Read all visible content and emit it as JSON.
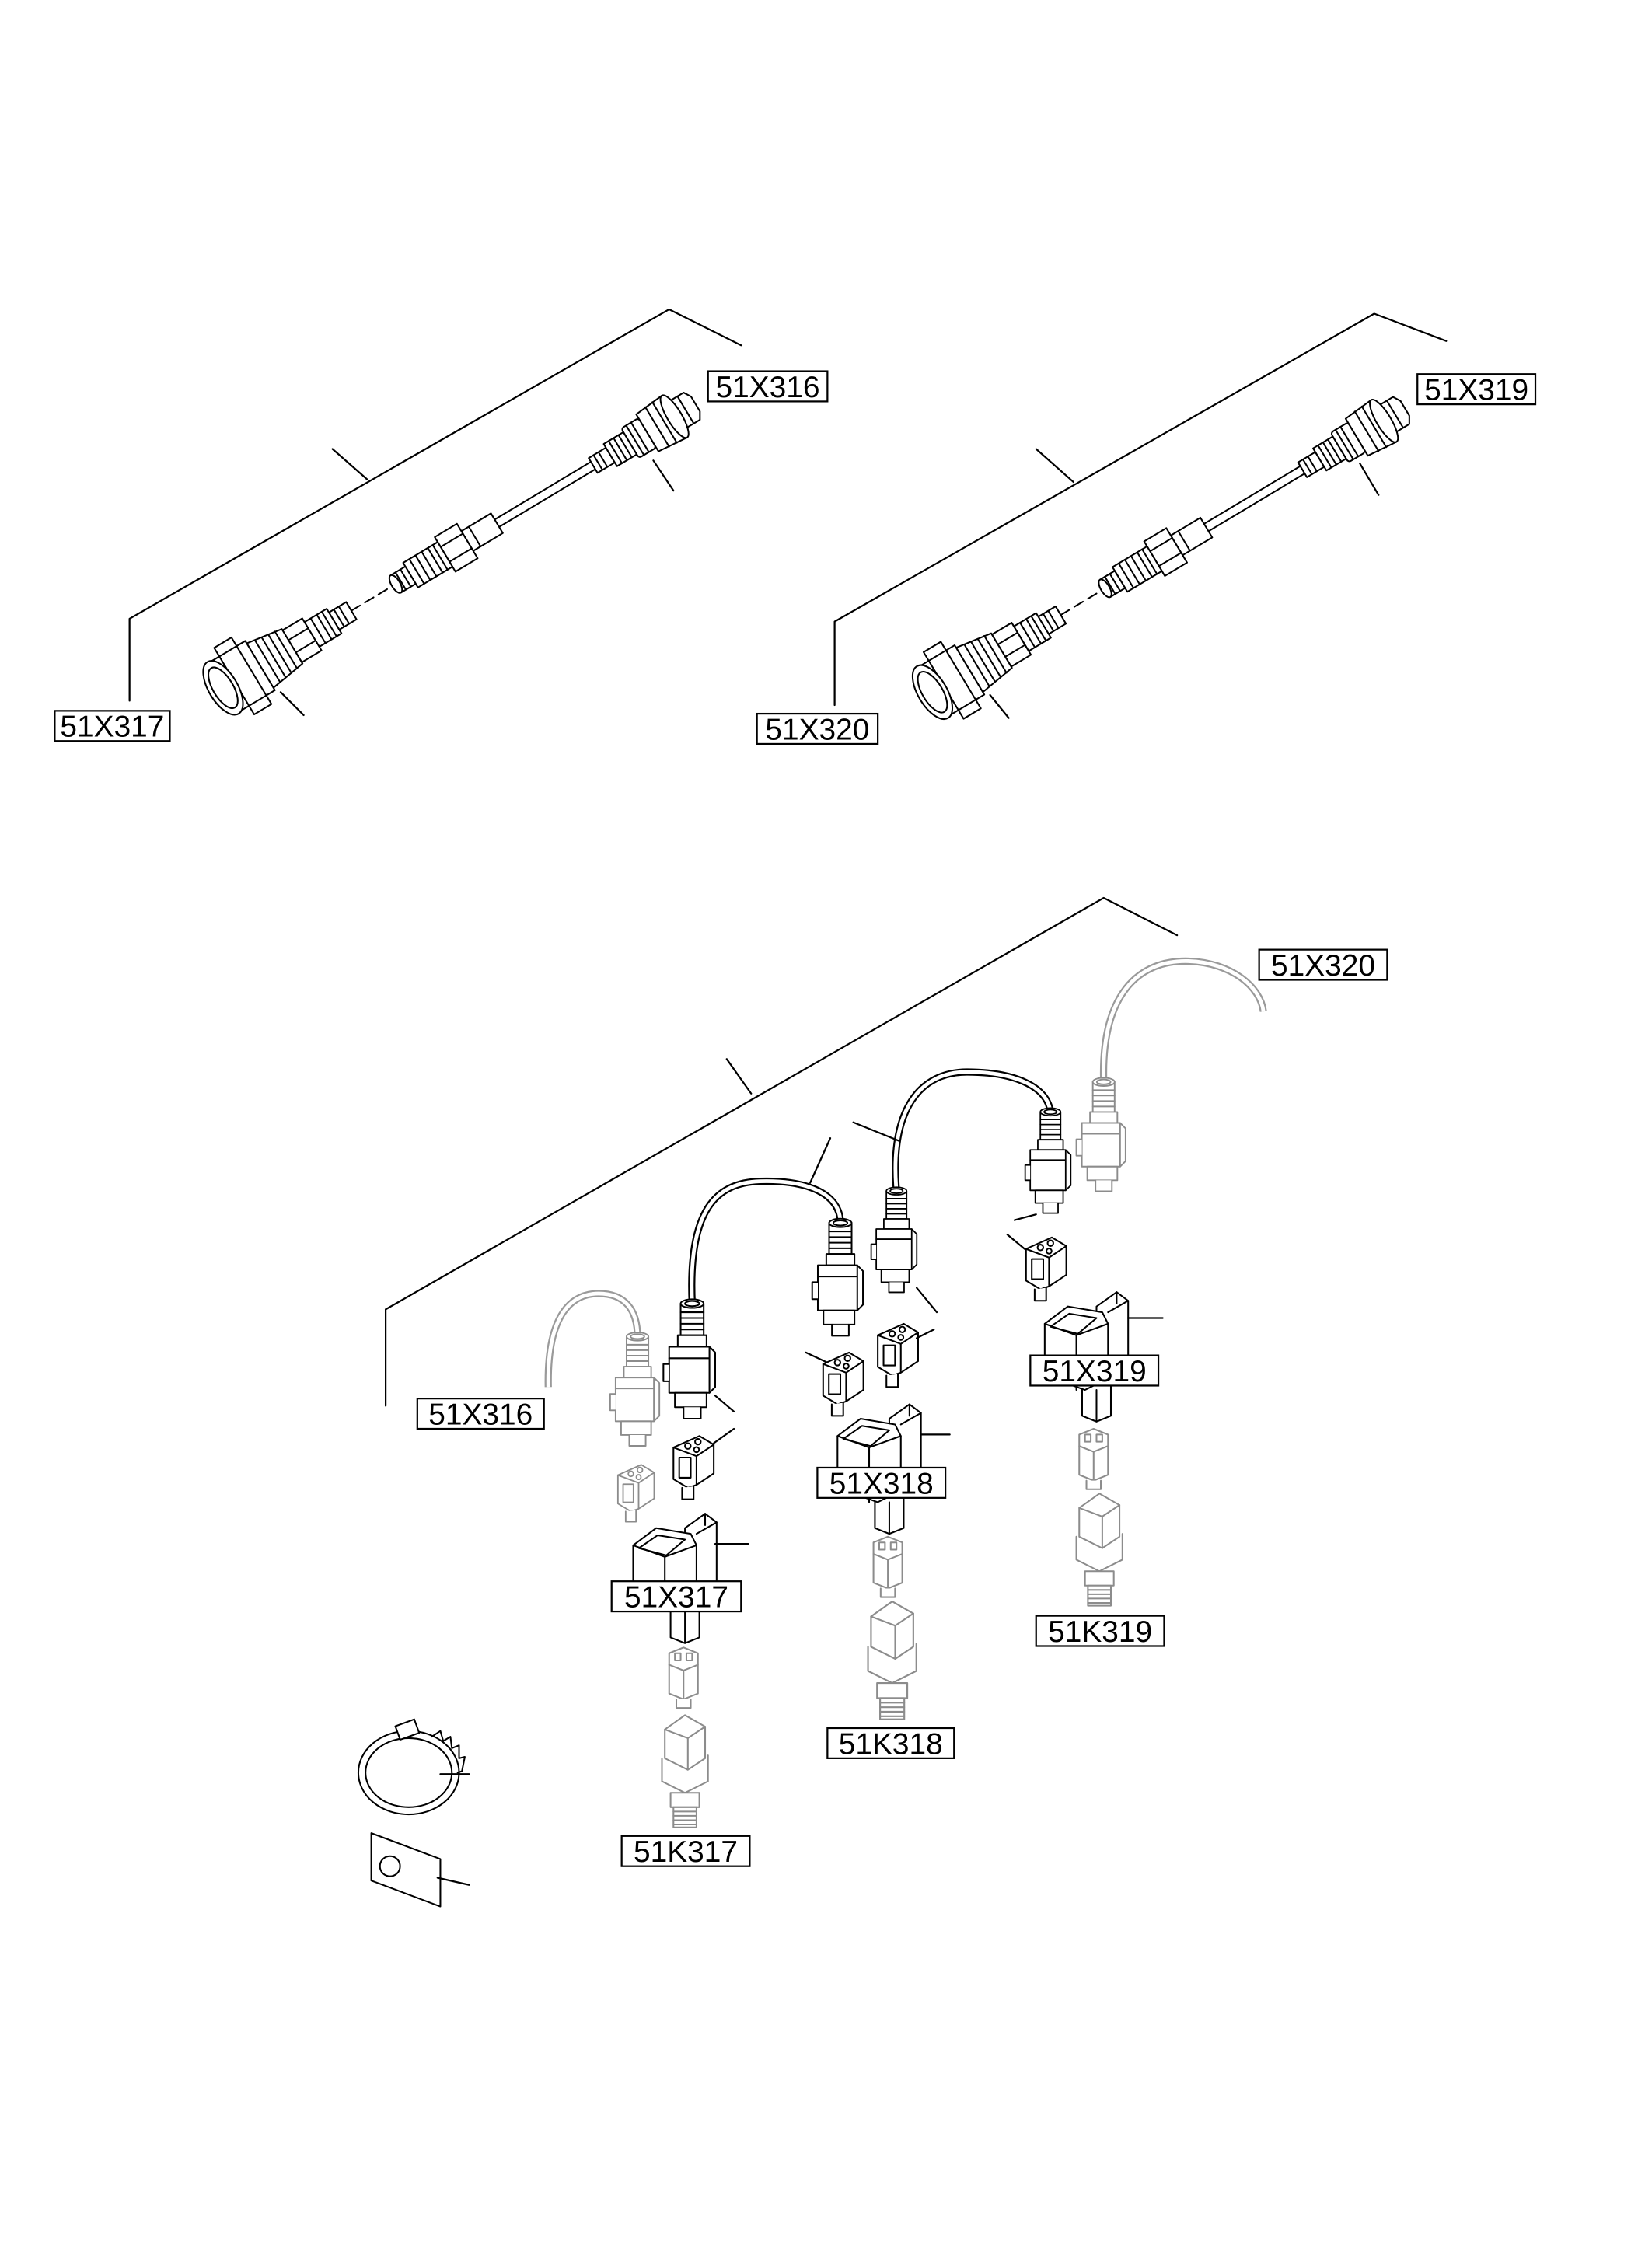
{
  "top_left_assembly": {
    "callout_harness_end": "51X316",
    "callout_plug_end": "51X317"
  },
  "top_right_assembly": {
    "callout_harness_end": "51X319",
    "callout_plug_end": "51X320"
  },
  "harness_assembly": {
    "callout_cable_end": "51X320",
    "callout_cable_start": "51X316",
    "connectors": [
      "51X317",
      "51X318",
      "51X319"
    ],
    "sensors": [
      "51K317",
      "51K318",
      "51K319"
    ]
  }
}
